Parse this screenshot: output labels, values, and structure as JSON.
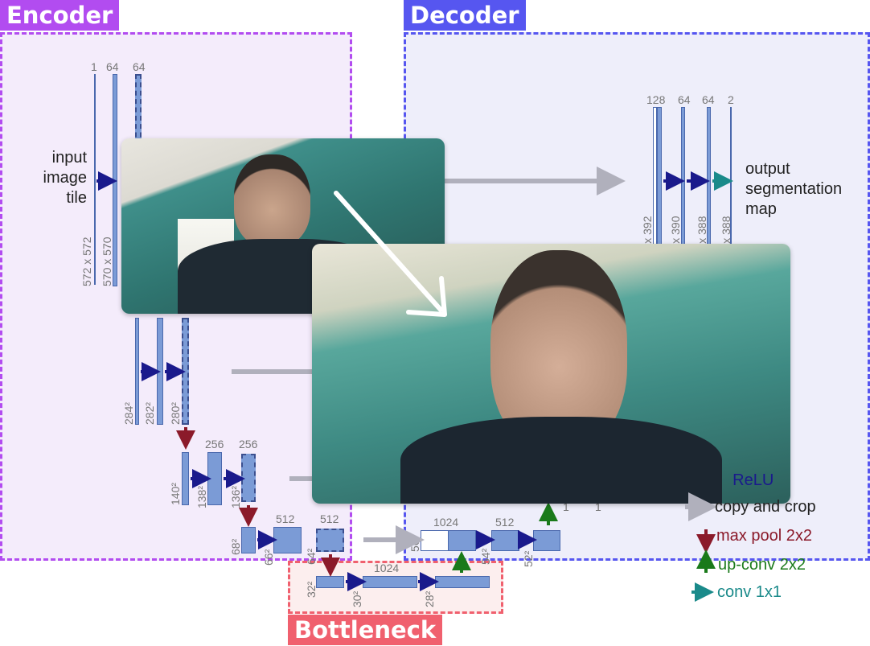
{
  "regions": {
    "encoder": {
      "label": "Encoder",
      "color": "#b24cf0",
      "fill": "#f4ecfb"
    },
    "decoder": {
      "label": "Decoder",
      "color": "#5656f0",
      "fill": "#eeeefa"
    },
    "bottleneck": {
      "label": "Bottleneck",
      "color": "#f0606e",
      "fill": "#fceeee"
    }
  },
  "texts": {
    "input_tile": "input\nimage\ntile",
    "output_map": "output\nsegmentation\nmap"
  },
  "encoder_labels": {
    "c1": "1",
    "c64a": "64",
    "c64b": "64",
    "s572": "572 x 572",
    "s570": "570 x 570",
    "s284": "284²",
    "s282": "282²",
    "s280": "280²",
    "c256a": "256",
    "c256b": "256",
    "s140": "140²",
    "s138": "138²",
    "s136": "136²",
    "c512a": "512",
    "c512b": "512",
    "s68": "68²",
    "s66": "66²",
    "s64": "64²"
  },
  "bottleneck_labels": {
    "c1024": "1024",
    "s32": "32²",
    "s30": "30²",
    "s28": "28²"
  },
  "decoder_labels": {
    "c128": "128",
    "c64a": "64",
    "c64b": "64",
    "c2": "2",
    "s392": "392 x 392",
    "s390": "390 x 390",
    "s388a": "388 x 388",
    "s388b": "388 x 388",
    "c1024": "1024",
    "c512": "512",
    "s56": "56²",
    "s54": "54²",
    "s52": "52²",
    "one_a": "1",
    "one_b": "1"
  },
  "legend": {
    "conv": "conv 3x3, ReLU",
    "copy": "copy and crop",
    "maxpool": "max pool 2x2",
    "upconv": "up-conv 2x2",
    "conv1": "conv 1x1"
  },
  "colors": {
    "conv_arrow": "#1a1a8c",
    "copy_arrow": "#b0b0bc",
    "maxpool_arrow": "#8b1a2a",
    "upconv_arrow": "#1a7a1a",
    "conv1_arrow": "#1a8a8a",
    "feature_map": "#7b9bd6"
  }
}
